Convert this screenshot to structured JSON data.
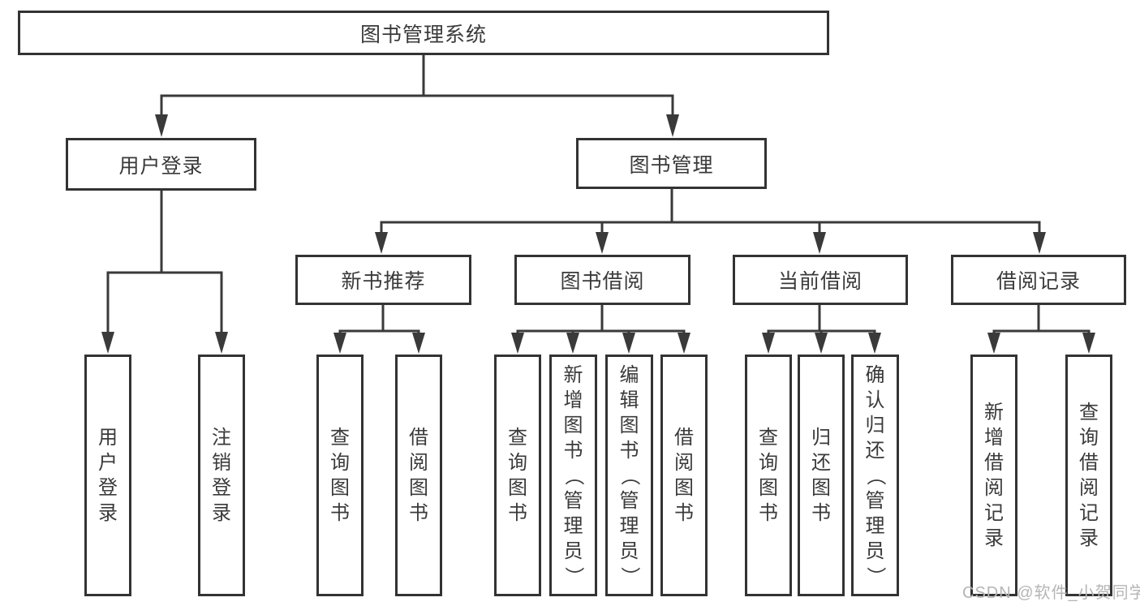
{
  "tree": {
    "root": {
      "label": "图书管理系统"
    },
    "level2": [
      {
        "label": "用户登录",
        "children": [
          {
            "label": "用户登录"
          },
          {
            "label": "注销登录"
          }
        ]
      },
      {
        "label": "图书管理",
        "children": [
          {
            "label": "新书推荐",
            "children": [
              {
                "label": "查询图书"
              },
              {
                "label": "借阅图书"
              }
            ]
          },
          {
            "label": "图书借阅",
            "children": [
              {
                "label": "查询图书"
              },
              {
                "label": "新增图书（管理员）"
              },
              {
                "label": "编辑图书（管理员）"
              },
              {
                "label": "借阅图书"
              }
            ]
          },
          {
            "label": "当前借阅",
            "children": [
              {
                "label": "查询图书"
              },
              {
                "label": "归还图书"
              },
              {
                "label": "确认归还（管理员）"
              }
            ]
          },
          {
            "label": "借阅记录",
            "children": [
              {
                "label": "新增借阅记录"
              },
              {
                "label": "查询借阅记录"
              }
            ]
          }
        ]
      }
    ]
  },
  "watermark": "CSDN @软件_小贺同学",
  "colors": {
    "line": "#3a3a3a",
    "box_border": "#333333",
    "text": "#3a3a3a",
    "background": "#ffffff",
    "watermark": "#b5b5b5"
  }
}
